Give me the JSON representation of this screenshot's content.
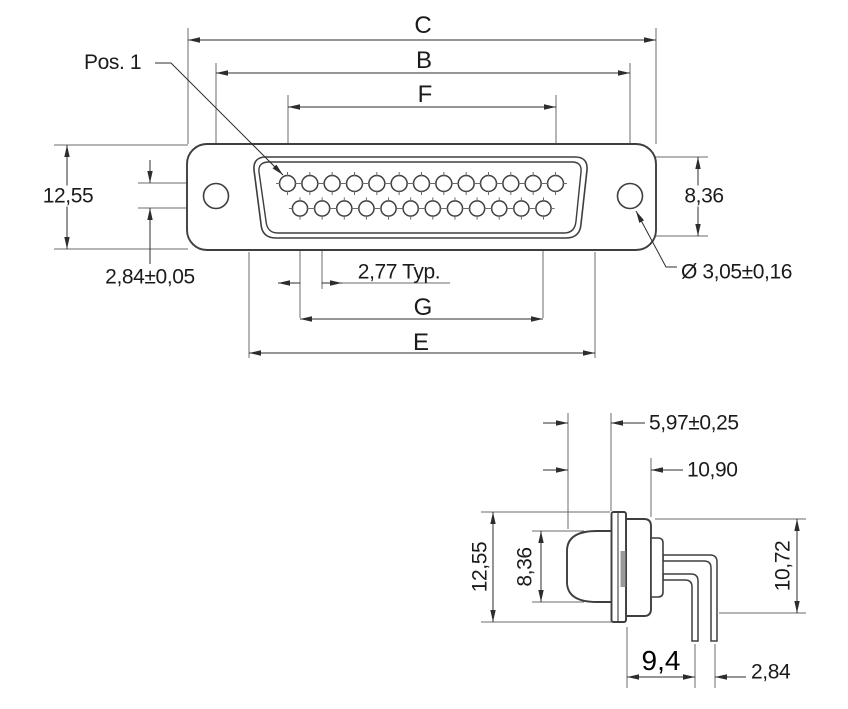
{
  "drawing": {
    "component": "D-sub 25-pin connector, right-angle PCB mount, dimensioned technical drawing",
    "front_view": {
      "pos1_label": "Pos. 1",
      "width_c": "C",
      "width_b": "B",
      "width_f": "F",
      "width_g": "G",
      "width_e": "E",
      "flange_height": "12,55",
      "row_offset": "2,84±0,05",
      "shell_height": "8,36",
      "hole_diameter": "Ø 3,05±0,16",
      "pin_pitch": "2,77 Typ.",
      "pins_top_row": 13,
      "pins_bottom_row": 12
    },
    "side_view": {
      "mating_depth": "5,97±0,25",
      "overall_depth": "10,90",
      "flange_height": "12,55",
      "shell_height": "8,36",
      "pin_drop": "10,72",
      "pin_setback": "9,4",
      "pin_row_gap": "2,84"
    }
  }
}
